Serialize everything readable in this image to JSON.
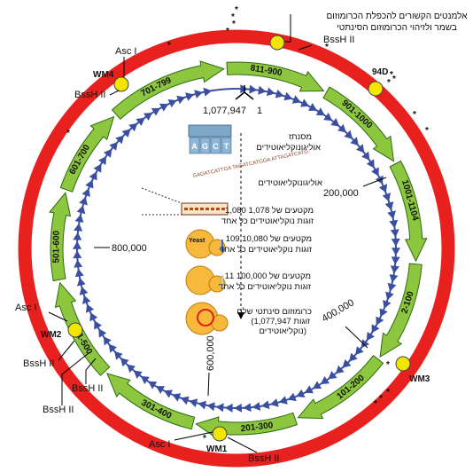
{
  "header": {
    "line1": "אלמנטים הקשורים להכפלת הכרומוזום",
    "line2": "בשמר ולזיהוי הכרומוזום הסינתטי"
  },
  "positions": {
    "start": "1,077,947",
    "one": "1",
    "p200k": "200,000",
    "p400k": "400,000",
    "p600k": "600,000",
    "p800k": "800,000"
  },
  "segments": [
    "701-799",
    "811-900",
    "901-1000",
    "1001-1104",
    "2-100",
    "101-200",
    "201-300",
    "301-400",
    "401-500",
    "501-600",
    "601-700"
  ],
  "sites": {
    "asc_top": "Asc I",
    "bssh_top_left": "BssH II",
    "wm4": "WM4",
    "bssh_top_right": "BssH II",
    "d94": "94D",
    "asc_left": "Asc I",
    "wm2": "WM2",
    "bssh_left1": "BssH II",
    "bssh_left2": "BssH II",
    "bssh_left3": "BssH II",
    "wm3": "WM3",
    "asc_bottom": "Asc I",
    "wm1": "WM1",
    "bssh_bottom": "BssH II"
  },
  "steps": {
    "s1_line1": "מסנתז",
    "s1_line2": "אוליגונוקליאוטידים",
    "s2": "אוליגונוקליאוטידים",
    "oligo_text": "GAGATCATTGA TAGATCATGGA ATTAGATCATG",
    "dna_bases": [
      "A",
      "G",
      "C",
      "T"
    ],
    "s3_line1": "1,080 מקטעים של 1,078",
    "s3_line2": "זוגות נוקליאוטידים כל אחד",
    "yeast": "Yeast",
    "s4_line1": "109 מקטעים של 10,080",
    "s4_line2": "זוגות נוקליאוטידים כל אחד",
    "s5_line1": "11 מקטעים של 100,000",
    "s5_line2": "זוגות נוקליאוטידים כל אחד",
    "s6_line1": "כרומוזום סינתטי שלם",
    "s6_line2": "(1,077,947 זוגות",
    "s6_line3": "נוקליאוטידים)"
  },
  "colors": {
    "outer_ring": "#e8211f",
    "segment_fill": "#8dc63f",
    "segment_stroke": "#2e6b12",
    "cassette": "#3a4fa0",
    "site_marker": "#f2e600",
    "cell": "#f6b93b"
  }
}
